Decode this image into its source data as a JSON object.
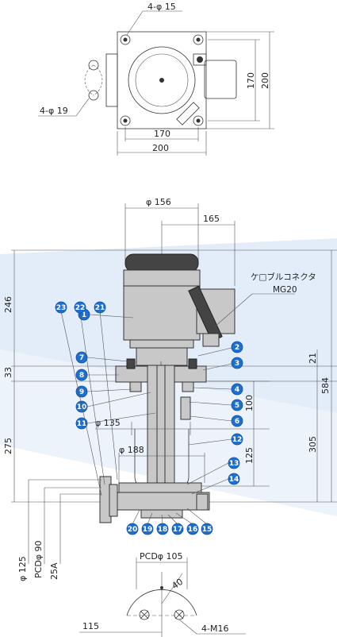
{
  "top_view": {
    "hole_note_top": "4-φ 15",
    "hole_note_left": "4-φ 19",
    "dim_width_inner": "170",
    "dim_width_outer": "200",
    "dim_height_inner": "170",
    "dim_height_outer": "200"
  },
  "side_view": {
    "dim_motor_dia": "φ 156",
    "dim_box_offset": "165",
    "dim_motor_height": "246",
    "dim_flange": "33",
    "dim_column": "275",
    "dim_total": "584",
    "dim_21": "21",
    "dim_100": "100",
    "dim_125": "125",
    "dim_305": "305",
    "dim_phi135": "φ 135",
    "dim_phi188": "φ 188",
    "dim_phi125": "φ 125",
    "dim_pcd90": "PCDφ 90",
    "dim_25a": "25A",
    "connector_label": "ケ□ブルコネクタ",
    "connector_model": "MG20",
    "parts": [
      "1",
      "2",
      "3",
      "4",
      "5",
      "6",
      "7",
      "8",
      "9",
      "10",
      "11",
      "12",
      "13",
      "14",
      "15",
      "16",
      "17",
      "18",
      "19",
      "20",
      "21",
      "22",
      "23"
    ]
  },
  "bottom_view": {
    "pcd": "PCDφ 105",
    "angle": "40",
    "dim_115": "115",
    "thread_note": "4-M16"
  },
  "colors": {
    "balloon": "#1d6fd0",
    "watermark": "#dde9f7"
  }
}
